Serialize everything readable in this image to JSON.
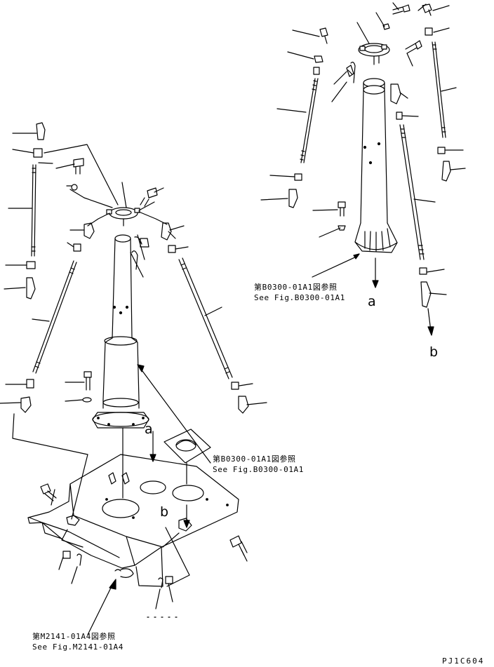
{
  "references": {
    "upper_right": {
      "jp": "第B0300-01A1図参照",
      "en": "See Fig.B0300-01A1"
    },
    "middle_right": {
      "jp": "第B0300-01A1図参照",
      "en": "See Fig.B0300-01A1"
    },
    "bottom_left": {
      "jp": "第M2141-01A4図参照",
      "en": "See Fig.M2141-01A4"
    }
  },
  "markers": {
    "a_upper": "a",
    "b_upper": "b",
    "a_lower": "a",
    "b_lower": "b"
  },
  "drawing_code": "PJ1C604"
}
